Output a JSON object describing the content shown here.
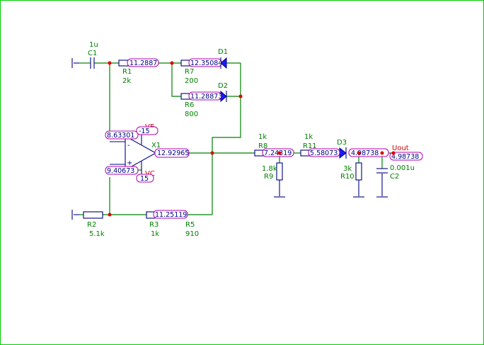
{
  "components": {
    "C1": {
      "name": "C1",
      "value": "1u"
    },
    "R1": {
      "name": "R1",
      "value": "2k"
    },
    "R7": {
      "name": "R7",
      "value": "200"
    },
    "R6": {
      "name": "R6",
      "value": "800"
    },
    "D1": {
      "name": "D1"
    },
    "D2": {
      "name": "D2"
    },
    "X1": {
      "name": "X1"
    },
    "VE": {
      "name": "VE",
      "value": "-15"
    },
    "VC": {
      "name": "VC",
      "value": "15"
    },
    "R2": {
      "name": "R2",
      "value": "5.1k"
    },
    "R3": {
      "name": "R3",
      "value": "1k"
    },
    "R5": {
      "name": "R5",
      "value": "910"
    },
    "R8": {
      "name": "R8",
      "value": "1k"
    },
    "R9": {
      "name": "R9",
      "value": "1.8k"
    },
    "R11": {
      "name": "R11",
      "value": "1k"
    },
    "R10": {
      "name": "R10",
      "value": "3k"
    },
    "D3": {
      "name": "D3"
    },
    "C2": {
      "name": "C2",
      "value": "0.001u"
    },
    "Uout": {
      "name": "Uout"
    }
  },
  "probes": {
    "r1": "11.2887",
    "r7": "12.35084",
    "r6": "11.28873",
    "inv": "8.63301",
    "noninv": "9.40673",
    "out": "12.92965",
    "r5": "11.25119",
    "r8": "7.24319",
    "r11": "5.58073",
    "d3": "4.98738",
    "uout": "4.98738"
  },
  "pins": {
    "minus": "-",
    "plus": "+"
  },
  "colors": {
    "wire": "#008000",
    "component": "#000080",
    "node": "#e00000",
    "probe_border": "#b000b0",
    "diode": "#1a1aff",
    "frame": "#00cc00"
  }
}
